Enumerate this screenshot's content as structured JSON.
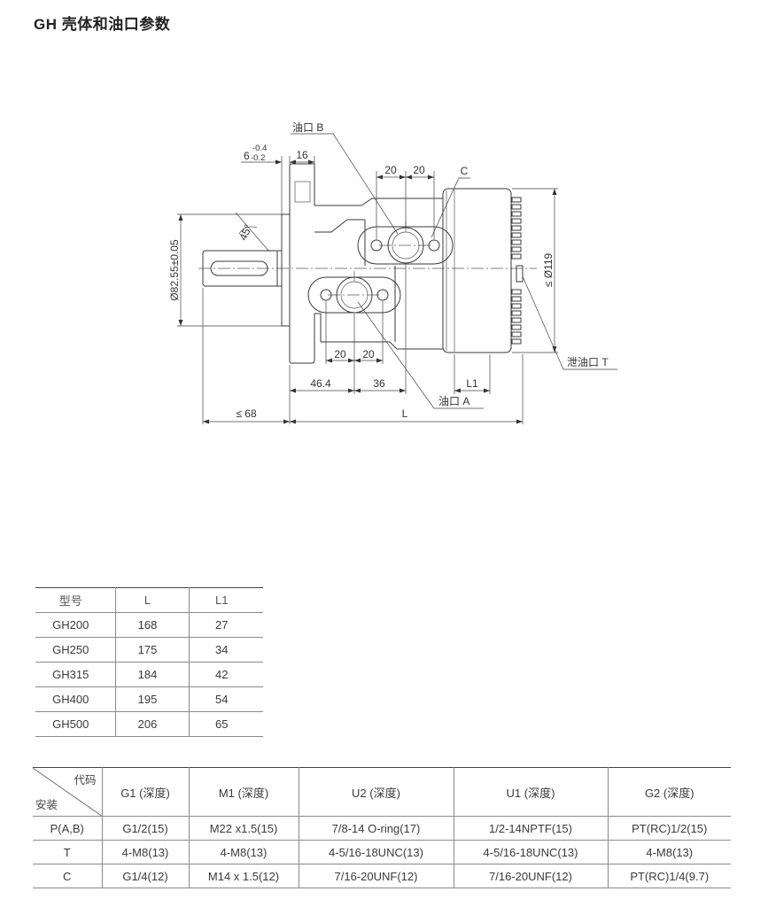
{
  "title": "GH 壳体和油口参数",
  "drawing": {
    "port_b_label": "油口 B",
    "port_a_label": "油口 A",
    "port_c_label": "C",
    "drain_port_label": "泄油口 T",
    "pilot_length": "6",
    "pilot_length_tol_upper": "-0.4",
    "pilot_length_tol_lower": "-0.2",
    "flange_thickness": "16",
    "port_b_bolt_spacing_left": "20",
    "port_b_bolt_spacing_right": "20",
    "port_a_bolt_spacing_left": "20",
    "port_a_bolt_spacing_right": "20",
    "chamfer_angle": "45°",
    "pilot_diameter": "Ø82.55±0.05",
    "body_diameter": "≤ Ø119",
    "port_a_offset": "46.4",
    "port_spacing": "36",
    "end_length": "L1",
    "shaft_length": "≤ 68",
    "body_length": "L"
  },
  "length_table": {
    "headers": [
      "型号",
      "L",
      "L1"
    ],
    "rows": [
      [
        "GH200",
        "168",
        "27"
      ],
      [
        "GH250",
        "175",
        "34"
      ],
      [
        "GH315",
        "184",
        "42"
      ],
      [
        "GH400",
        "195",
        "54"
      ],
      [
        "GH500",
        "206",
        "65"
      ]
    ]
  },
  "port_table": {
    "corner_top": "代码",
    "corner_bottom": "安装",
    "headers": [
      "G1 (深度)",
      "M1 (深度)",
      "U2 (深度)",
      "U1 (深度)",
      "G2 (深度)"
    ],
    "rows": [
      {
        "label": "P(A,B)",
        "values": [
          "G1/2(15)",
          "M22 x1.5(15)",
          "7/8-14 O-ring(17)",
          "1/2-14NPTF(15)",
          "PT(RC)1/2(15)"
        ]
      },
      {
        "label": "T",
        "values": [
          "4-M8(13)",
          "4-M8(13)",
          "4-5/16-18UNC(13)",
          "4-5/16-18UNC(13)",
          "4-M8(13)"
        ]
      },
      {
        "label": "C",
        "values": [
          "G1/4(12)",
          "M14 x 1.5(12)",
          "7/16-20UNF(12)",
          "7/16-20UNF(12)",
          "PT(RC)1/4(9.7)"
        ]
      }
    ]
  }
}
